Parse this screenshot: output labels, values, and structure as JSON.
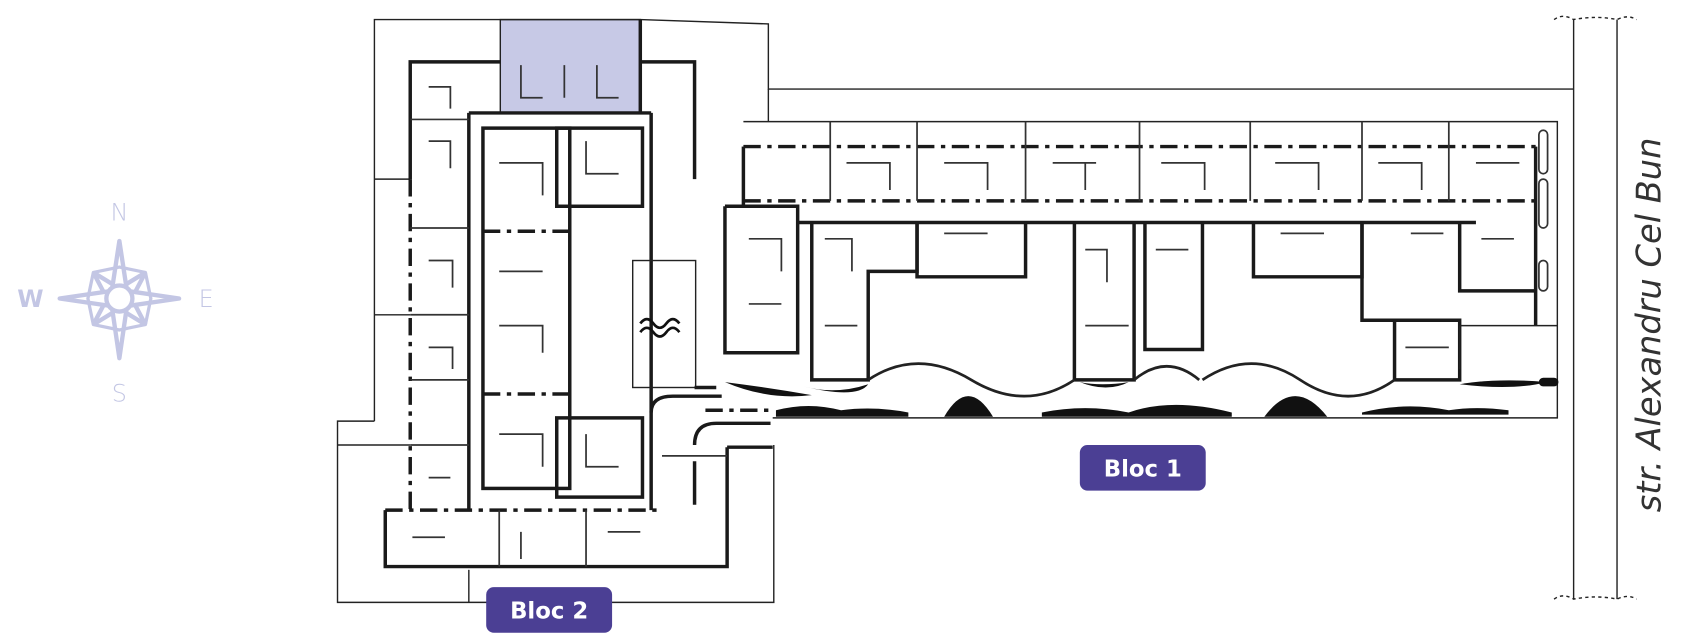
{
  "compass": {
    "north": "N",
    "south": "S",
    "east": "E",
    "west": "W",
    "color": "#c3c6e4"
  },
  "blocks": [
    {
      "label": "Bloc 1"
    },
    {
      "label": "Bloc 2"
    }
  ],
  "street": {
    "name": "str. Alexandru Cel Bun"
  },
  "highlight": {
    "color": "#c7c9e6"
  },
  "badge_color": "#4b3f94"
}
